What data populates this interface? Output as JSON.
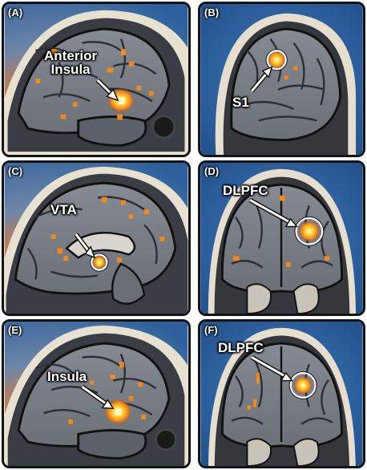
{
  "panels": [
    {
      "letter": "(A)",
      "view": "sagittal",
      "label_line1": "Anterior",
      "label_line2": "Insula"
    },
    {
      "letter": "(B)",
      "view": "surface",
      "label": "S1"
    },
    {
      "letter": "(C)",
      "view": "midline-sagittal",
      "label": "VTA"
    },
    {
      "letter": "(D)",
      "view": "coronal",
      "label": "DLPFC"
    },
    {
      "letter": "(E)",
      "view": "sagittal",
      "label": "Insula"
    },
    {
      "letter": "(F)",
      "view": "coronal",
      "label": "DLPFC"
    }
  ],
  "colors": {
    "background_blue": "#2a5f9a",
    "background_orange": "#e07a2a",
    "brain_gray": "#7b7f86",
    "activation_hot": "#ffd23c",
    "activation_core": "#fff4b0",
    "outline": "#111111"
  }
}
